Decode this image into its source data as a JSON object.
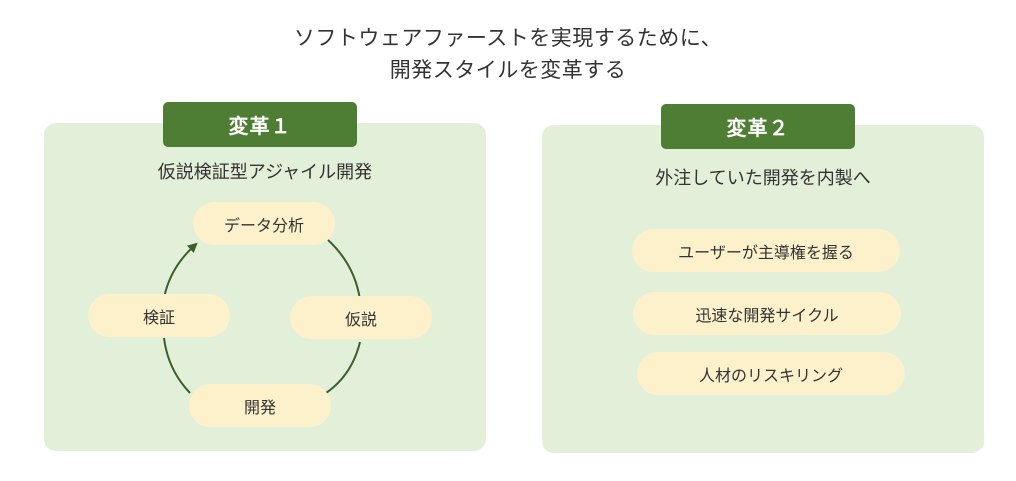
{
  "title": {
    "line1": "ソフトウェアファーストを実現するために、",
    "line2": "開発スタイルを変革する"
  },
  "reform1": {
    "label": "変革１",
    "subtitle": "仮説検証型アジャイル開発",
    "cycle": {
      "top": "データ分析",
      "right": "仮説",
      "bottom": "開発",
      "left": "検証"
    },
    "arrow_color": "#3d5f28"
  },
  "reform2": {
    "label": "変革２",
    "subtitle": "外注していた開発を内製へ",
    "items": [
      "ユーザーが主導権を握る",
      "迅速な開発サイクル",
      "人材のリスキリング"
    ]
  },
  "colors": {
    "panel_bg": "#e2efd9",
    "label_bg": "#4e7e33",
    "pill_bg": "#fdf1cc"
  }
}
